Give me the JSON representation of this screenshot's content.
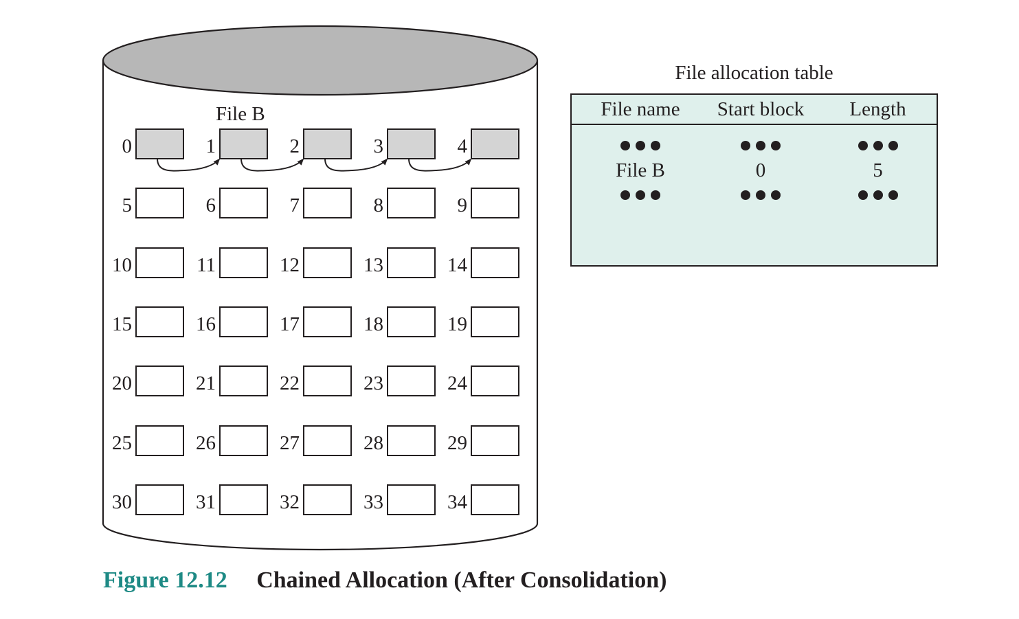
{
  "diagram": {
    "file_label": "File B",
    "block_labels": [
      "0",
      "1",
      "2",
      "3",
      "4",
      "5",
      "6",
      "7",
      "8",
      "9",
      "10",
      "11",
      "12",
      "13",
      "14",
      "15",
      "16",
      "17",
      "18",
      "19",
      "20",
      "21",
      "22",
      "23",
      "24",
      "25",
      "26",
      "27",
      "28",
      "29",
      "30",
      "31",
      "32",
      "33",
      "34"
    ],
    "allocated_blocks": [
      0,
      1,
      2,
      3,
      4
    ],
    "chain_links": [
      [
        0,
        1
      ],
      [
        1,
        2
      ],
      [
        2,
        3
      ],
      [
        3,
        4
      ]
    ],
    "colors": {
      "allocated_block": "#d4d4d4",
      "free_block": "#ffffff",
      "disk_top": "#b7b7b7",
      "table_bg": "#dff0ec",
      "figure_number": "#1e8a85"
    }
  },
  "fat": {
    "title": "File allocation table",
    "headers": {
      "name": "File name",
      "start": "Start block",
      "length": "Length"
    },
    "rows": [
      {
        "name": "File B",
        "start": "0",
        "length": "5"
      }
    ]
  },
  "caption": {
    "number": "Figure 12.12",
    "title": "Chained Allocation (After Consolidation)"
  }
}
